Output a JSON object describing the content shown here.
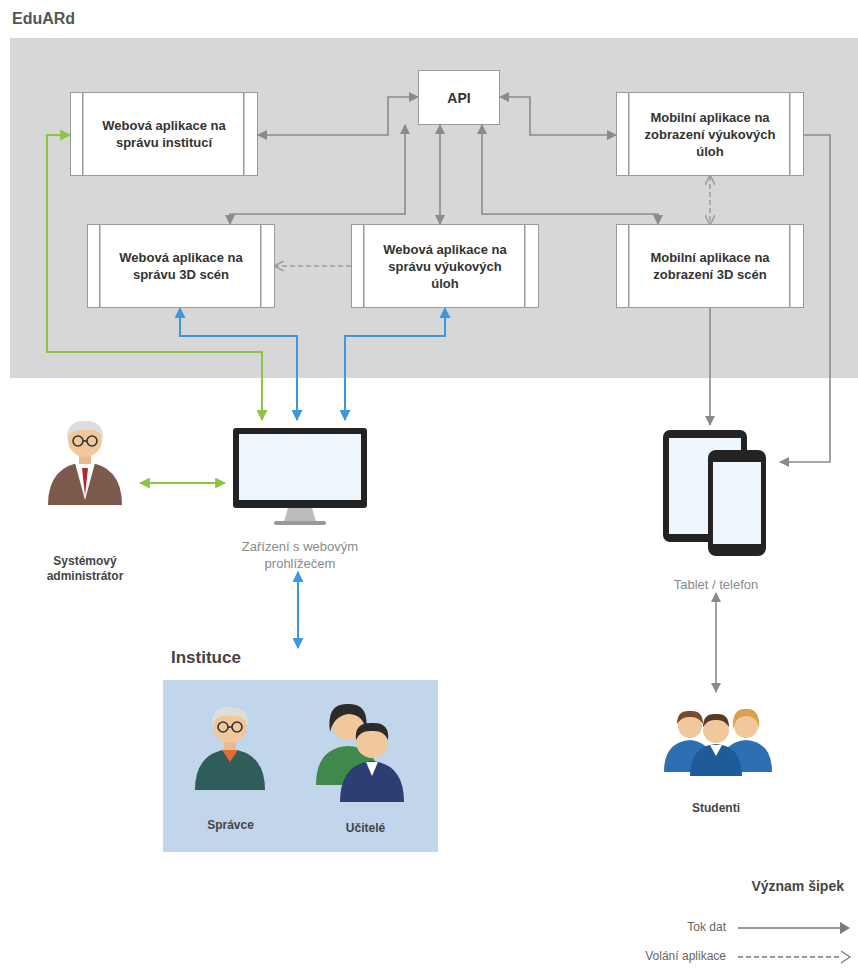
{
  "diagram": {
    "title": "EduARd",
    "nodes": [
      {
        "text": [
          "Webová aplikace na správu institucí"
        ]
      },
      {
        "text": [
          "API"
        ]
      },
      {
        "text": [
          "Mobilní aplikace na zobrazení výukových úloh"
        ]
      },
      {
        "text": [
          "Webová aplikace na správu 3D scén"
        ]
      },
      {
        "text": [
          "Webová aplikace na správu výukových úloh"
        ]
      },
      {
        "text": [
          "Mobilní aplikace na zobrazení 3D scén"
        ]
      },
      {
        "text": [
          "Systémový administrátor"
        ]
      },
      {
        "text": [
          "Zařízení s webovým prohlížečem"
        ]
      },
      {
        "text": [
          "Tablet / telefon"
        ]
      },
      {
        "text": [
          "Instituce"
        ]
      },
      {
        "text": [
          "Správce"
        ],
        "in": 9
      },
      {
        "text": [
          "Učitelé"
        ],
        "in": 9
      },
      {
        "text": [
          "Studenti"
        ]
      }
    ],
    "edges": [
      {
        "from": 0,
        "to": 1,
        "arrow": "both"
      },
      {
        "from": 1,
        "to": 2,
        "arrow": "both"
      },
      {
        "from": 1,
        "to": 3,
        "arrow": "both"
      },
      {
        "from": 1,
        "to": 4,
        "arrow": "both"
      },
      {
        "from": 1,
        "to": 5,
        "arrow": "both"
      },
      {
        "from": 4,
        "to": 3,
        "arrow": "to"
      },
      {
        "from": 2,
        "to": 5,
        "arrow": "both"
      },
      {
        "from": 5,
        "to": 8,
        "arrow": "to"
      },
      {
        "from": 2,
        "to": 8,
        "arrow": "to"
      },
      {
        "from": 0,
        "to": 7,
        "arrow": "both"
      },
      {
        "from": 3,
        "to": 7,
        "arrow": "both"
      },
      {
        "from": 4,
        "to": 7,
        "arrow": "both"
      },
      {
        "from": 6,
        "to": 7,
        "arrow": "both"
      },
      {
        "from": 7,
        "to": 9,
        "arrow": "both"
      },
      {
        "from": 8,
        "to": 12,
        "arrow": "both"
      }
    ],
    "labels": [
      "Význam šipek"
    ],
    "legend": [
      {
        "text": "Tok dat"
      },
      {
        "text": "Volání aplikace"
      }
    ]
  }
}
